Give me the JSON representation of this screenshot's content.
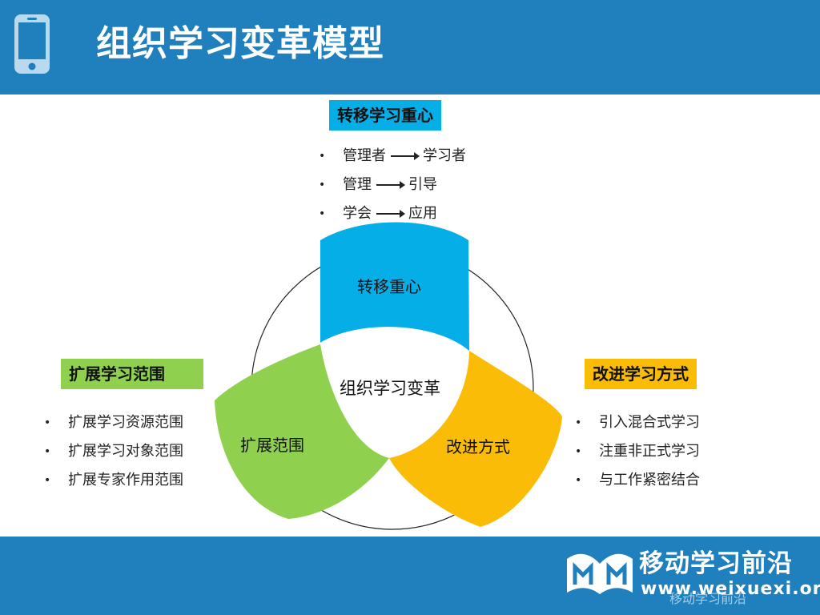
{
  "header": {
    "title": "组织学习变革模型",
    "icon": "phone-icon"
  },
  "diagram": {
    "center_label": "组织学习变革",
    "petals": [
      {
        "label": "转移重心",
        "color": "#06aee8"
      },
      {
        "label": "扩展范围",
        "color": "#8fd14f"
      },
      {
        "label": "改进方式",
        "color": "#fbbc07"
      }
    ]
  },
  "sections": {
    "top": {
      "title": "转移学习重心",
      "items": [
        {
          "from": "管理者",
          "to": "学习者"
        },
        {
          "from": "管理",
          "to": "引导"
        },
        {
          "from": "学会",
          "to": "应用"
        }
      ]
    },
    "left": {
      "title": "扩展学习范围",
      "items": [
        "扩展学习资源范围",
        "扩展学习对象范围",
        "扩展专家作用范围"
      ]
    },
    "right": {
      "title": "改进学习方式",
      "items": [
        "引入混合式学习",
        "注重非正式学习",
        "与工作紧密结合"
      ]
    }
  },
  "footer": {
    "brand_name": "移动学习前沿",
    "brand_url": "www.weixuexi.org",
    "watermark": "移动学习前沿"
  },
  "colors": {
    "header_bg": "#1f80bd",
    "blue": "#06aee8",
    "green": "#8fd14f",
    "yellow": "#fbbc07"
  }
}
